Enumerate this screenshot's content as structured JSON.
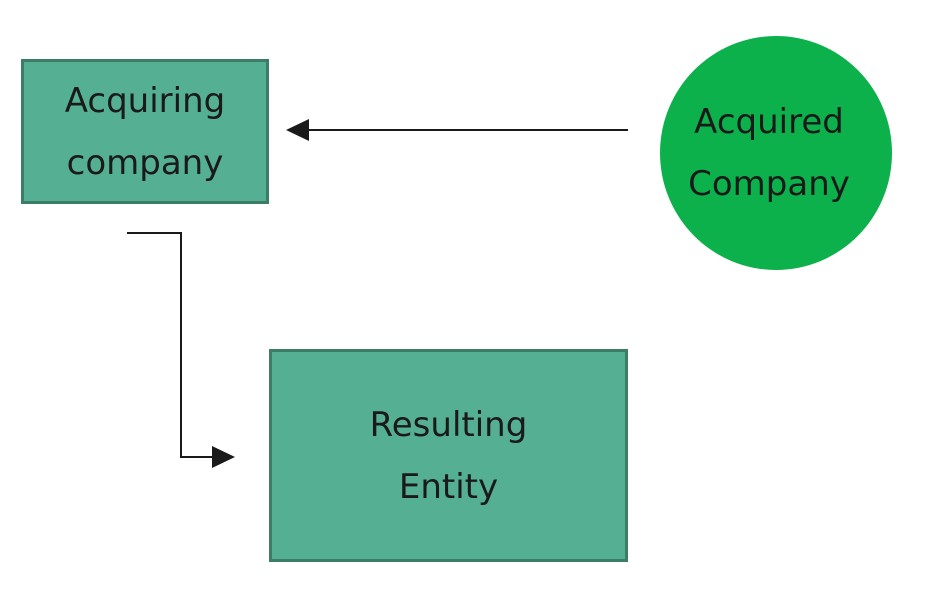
{
  "nodes": {
    "acquiring": {
      "line1": "Acquiring",
      "line2": "company"
    },
    "acquired": {
      "line1": "Acquired",
      "line2": "Company"
    },
    "resulting": {
      "line1": "Resulting",
      "line2": "Entity"
    }
  },
  "colors": {
    "rect_fill": "#55b093",
    "rect_border": "#3b7d65",
    "circle_fill": "#0db14b",
    "arrow": "#1a1a1a"
  }
}
